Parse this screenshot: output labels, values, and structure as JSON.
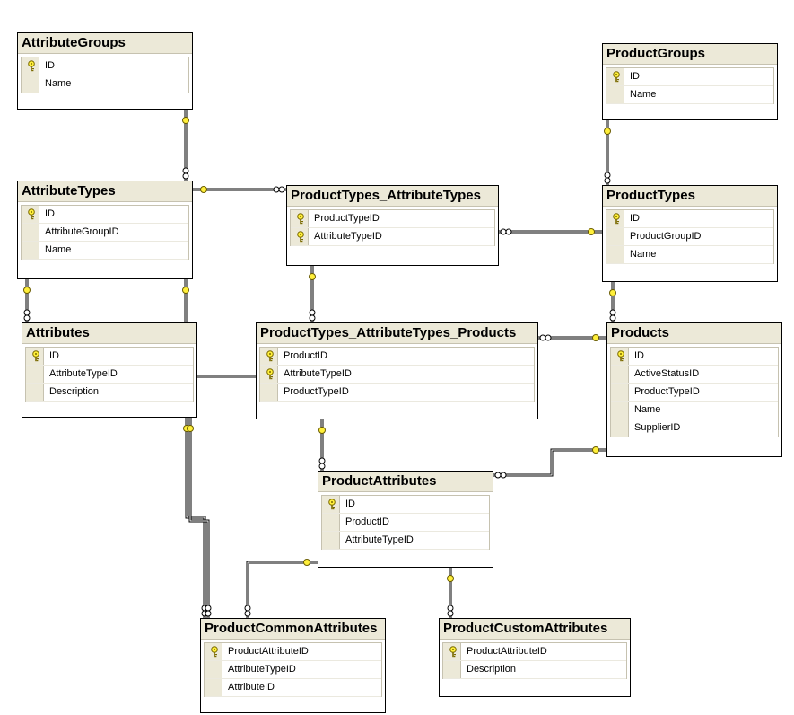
{
  "tables": [
    {
      "name": "AttributeGroups",
      "columns": [
        {
          "name": "ID",
          "pk": true
        },
        {
          "name": "Name",
          "pk": false
        }
      ]
    },
    {
      "name": "ProductGroups",
      "columns": [
        {
          "name": "ID",
          "pk": true
        },
        {
          "name": "Name",
          "pk": false
        }
      ]
    },
    {
      "name": "AttributeTypes",
      "columns": [
        {
          "name": "ID",
          "pk": true
        },
        {
          "name": "AttributeGroupID",
          "pk": false
        },
        {
          "name": "Name",
          "pk": false
        }
      ]
    },
    {
      "name": "ProductTypes_AttributeTypes",
      "columns": [
        {
          "name": "ProductTypeID",
          "pk": true
        },
        {
          "name": "AttributeTypeID",
          "pk": true
        }
      ]
    },
    {
      "name": "ProductTypes",
      "columns": [
        {
          "name": "ID",
          "pk": true
        },
        {
          "name": "ProductGroupID",
          "pk": false
        },
        {
          "name": "Name",
          "pk": false
        }
      ]
    },
    {
      "name": "Attributes",
      "columns": [
        {
          "name": "ID",
          "pk": true
        },
        {
          "name": "AttributeTypeID",
          "pk": false
        },
        {
          "name": "Description",
          "pk": false
        }
      ]
    },
    {
      "name": "ProductTypes_AttributeTypes_Products",
      "columns": [
        {
          "name": "ProductID",
          "pk": true
        },
        {
          "name": "AttributeTypeID",
          "pk": true
        },
        {
          "name": "ProductTypeID",
          "pk": false
        }
      ]
    },
    {
      "name": "Products",
      "columns": [
        {
          "name": "ID",
          "pk": true
        },
        {
          "name": "ActiveStatusID",
          "pk": false
        },
        {
          "name": "ProductTypeID",
          "pk": false
        },
        {
          "name": "Name",
          "pk": false
        },
        {
          "name": "SupplierID",
          "pk": false
        }
      ]
    },
    {
      "name": "ProductAttributes",
      "columns": [
        {
          "name": "ID",
          "pk": true
        },
        {
          "name": "ProductID",
          "pk": false
        },
        {
          "name": "AttributeTypeID",
          "pk": false
        }
      ]
    },
    {
      "name": "ProductCommonAttributes",
      "columns": [
        {
          "name": "ProductAttributeID",
          "pk": true
        },
        {
          "name": "AttributeTypeID",
          "pk": false
        },
        {
          "name": "AttributeID",
          "pk": false
        }
      ]
    },
    {
      "name": "ProductCustomAttributes",
      "columns": [
        {
          "name": "ProductAttributeID",
          "pk": true
        },
        {
          "name": "Description",
          "pk": false
        }
      ]
    }
  ],
  "colors": {
    "header_bg": "#ece9d8",
    "key_yellow": "#ffef3a",
    "line": "#000000"
  },
  "icons": {
    "primary_key": "key-icon",
    "relationship_one": "key-end-icon",
    "relationship_many": "infinity-end-icon"
  }
}
